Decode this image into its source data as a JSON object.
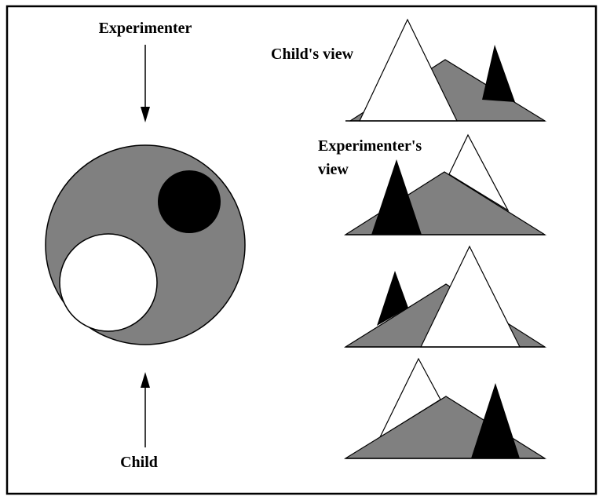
{
  "labels": {
    "experimenter": "Experimenter",
    "child": "Child",
    "child_view": "Child's view",
    "experimenter_view_line1": "Experimenter's",
    "experimenter_view_line2": "view"
  },
  "colors": {
    "background": "#ffffff",
    "border": "#000000",
    "gray_mountain": "#808080",
    "white_mountain": "#ffffff",
    "black_mountain": "#000000"
  }
}
